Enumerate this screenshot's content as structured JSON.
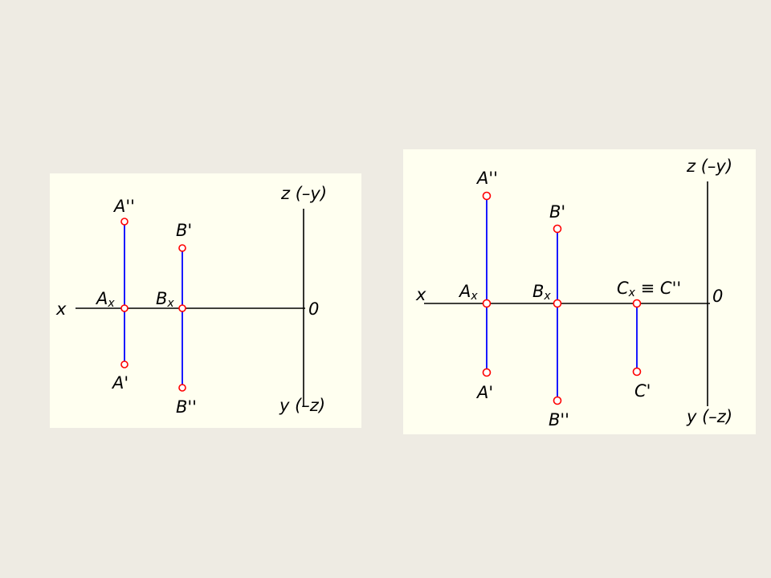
{
  "colors": {
    "page_background": "#EEEBE3",
    "panel_background": "#FFFFF0",
    "axis_line": "#000000",
    "projection_line": "#0000FF",
    "point_marker": "#FF0000",
    "label_text": "#000000"
  },
  "left_panel": {
    "axis_x_label": "x",
    "axis_origin_label": "0",
    "axis_top_label": "z (–y)",
    "axis_bottom_label": "y (–z)",
    "point_a_top_label": "A''",
    "point_a_base_label": "A",
    "point_a_base_sub": "x",
    "point_a_bottom_label": "A'",
    "point_b_top_label": "B'",
    "point_b_base_label": "B",
    "point_b_base_sub": "x",
    "point_b_bottom_label": "B''"
  },
  "right_panel": {
    "axis_x_label": "x",
    "axis_origin_label": "0",
    "axis_top_label": "z (–y)",
    "axis_bottom_label": "y (–z)",
    "point_a_top_label": "A''",
    "point_a_base_label": "A",
    "point_a_base_sub": "x",
    "point_a_bottom_label": "A'",
    "point_b_top_label": "B'",
    "point_b_base_label": "B",
    "point_b_base_sub": "x",
    "point_b_bottom_label": "B''",
    "point_c_base_label": "C",
    "point_c_base_sub": "x",
    "point_c_base_suffix": " ≡ C''",
    "point_c_bottom_label": "C'"
  }
}
